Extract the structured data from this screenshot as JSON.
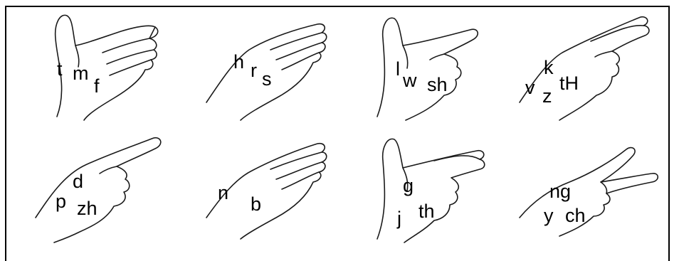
{
  "panels": [
    {
      "id": "hand-1",
      "cues": [
        "t",
        "m",
        "f"
      ]
    },
    {
      "id": "hand-2",
      "cues": [
        "h",
        "r",
        "s"
      ]
    },
    {
      "id": "hand-3",
      "cues": [
        "l",
        "w",
        "sh"
      ]
    },
    {
      "id": "hand-4",
      "cues": [
        "v",
        "k",
        "z",
        "tH"
      ]
    },
    {
      "id": "hand-5",
      "cues": [
        "p",
        "d",
        "zh"
      ]
    },
    {
      "id": "hand-6",
      "cues": [
        "n",
        "b"
      ]
    },
    {
      "id": "hand-7",
      "cues": [
        "g",
        "j",
        "th"
      ]
    },
    {
      "id": "hand-8",
      "cues": [
        "ng",
        "y",
        "ch"
      ]
    }
  ]
}
